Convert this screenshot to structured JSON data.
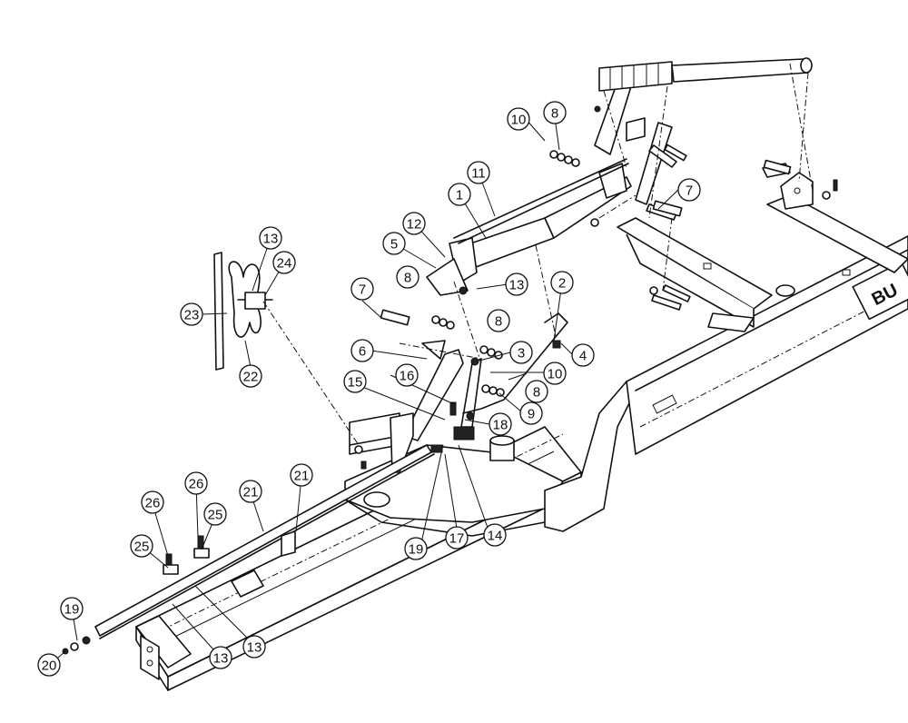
{
  "diagram": {
    "frame_decal": "BU",
    "callouts": [
      {
        "label": "1"
      },
      {
        "label": "2"
      },
      {
        "label": "3"
      },
      {
        "label": "4"
      },
      {
        "label": "5"
      },
      {
        "label": "6"
      },
      {
        "label": "7"
      },
      {
        "label": "7"
      },
      {
        "label": "8"
      },
      {
        "label": "8"
      },
      {
        "label": "8"
      },
      {
        "label": "8"
      },
      {
        "label": "9"
      },
      {
        "label": "10"
      },
      {
        "label": "10"
      },
      {
        "label": "11"
      },
      {
        "label": "12"
      },
      {
        "label": "13"
      },
      {
        "label": "13"
      },
      {
        "label": "13"
      },
      {
        "label": "13"
      },
      {
        "label": "14"
      },
      {
        "label": "15"
      },
      {
        "label": "16"
      },
      {
        "label": "17"
      },
      {
        "label": "18"
      },
      {
        "label": "19"
      },
      {
        "label": "19"
      },
      {
        "label": "20"
      },
      {
        "label": "21"
      },
      {
        "label": "21"
      },
      {
        "label": "22"
      },
      {
        "label": "23"
      },
      {
        "label": "24"
      },
      {
        "label": "25"
      },
      {
        "label": "25"
      },
      {
        "label": "26"
      },
      {
        "label": "26"
      }
    ]
  }
}
